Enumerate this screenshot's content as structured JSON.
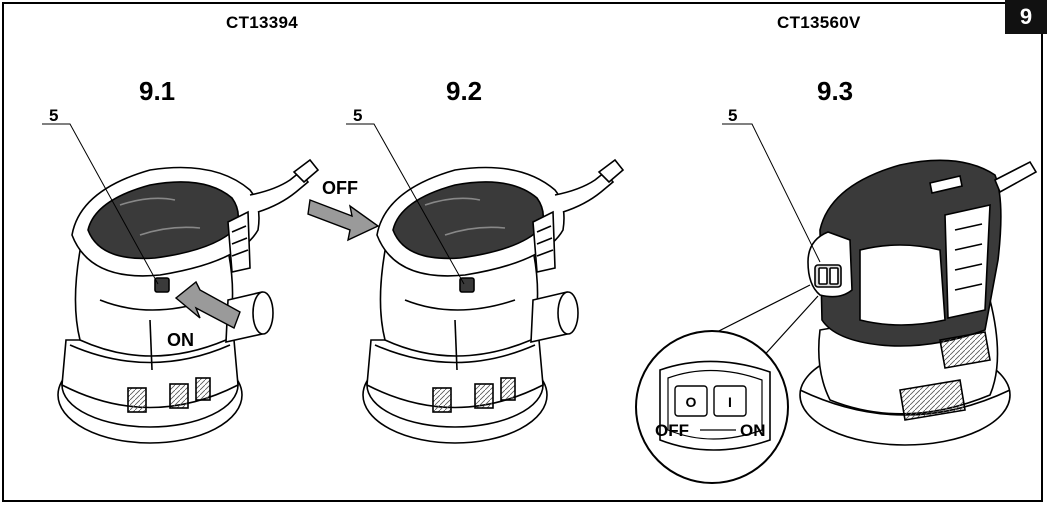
{
  "header": {
    "model_left": "CT13394",
    "model_right": "CT13560V",
    "page_number": "9"
  },
  "figures": [
    {
      "id": "9.1",
      "label": "9.1",
      "callout": "5",
      "action_label": "ON"
    },
    {
      "id": "9.2",
      "label": "9.2",
      "callout": "5",
      "action_label": "OFF"
    },
    {
      "id": "9.3",
      "label": "9.3",
      "callout": "5"
    }
  ],
  "switch_detail": {
    "off_symbol": "O",
    "on_symbol": "I",
    "off_label": "OFF",
    "on_label": "ON"
  },
  "colors": {
    "line": "#000000",
    "body_fill": "#ffffff",
    "grip_fill": "#3a3a3a",
    "arrow_fill": "#9a9a9a",
    "badge_fill": "#111111"
  }
}
